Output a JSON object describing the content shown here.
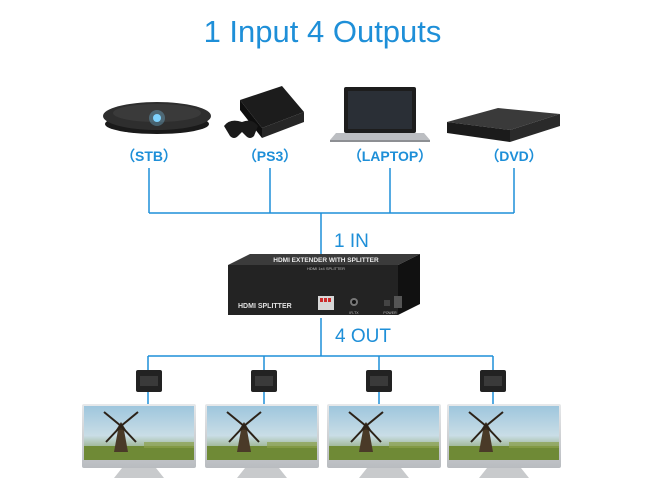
{
  "title": "1 Input 4 Outputs",
  "sources": [
    {
      "label": "（STB）",
      "icon": "set-top-box-icon"
    },
    {
      "label": "（PS3）",
      "icon": "game-console-icon"
    },
    {
      "label": "（LAPTOP）",
      "icon": "laptop-icon"
    },
    {
      "label": "（DVD）",
      "icon": "dvd-player-icon"
    }
  ],
  "input_label": "1 IN",
  "output_label": "4 OUT",
  "splitter": {
    "name_label": "HDMI SPLITTER",
    "top_label": "HDMI EXTENDER WITH SPLITTER",
    "sub_label": "HDMI 1x4 SPLITTER",
    "ir_label": "IR-TX",
    "power_label": "POWER"
  },
  "colors": {
    "accent": "#1e8fd8",
    "device": "#2a2a2a"
  },
  "outputs": [
    {
      "receiver": "receiver-icon",
      "display": "tv-monitor-icon"
    },
    {
      "receiver": "receiver-icon",
      "display": "tv-monitor-icon"
    },
    {
      "receiver": "receiver-icon",
      "display": "tv-monitor-icon"
    },
    {
      "receiver": "receiver-icon",
      "display": "tv-monitor-icon"
    }
  ]
}
